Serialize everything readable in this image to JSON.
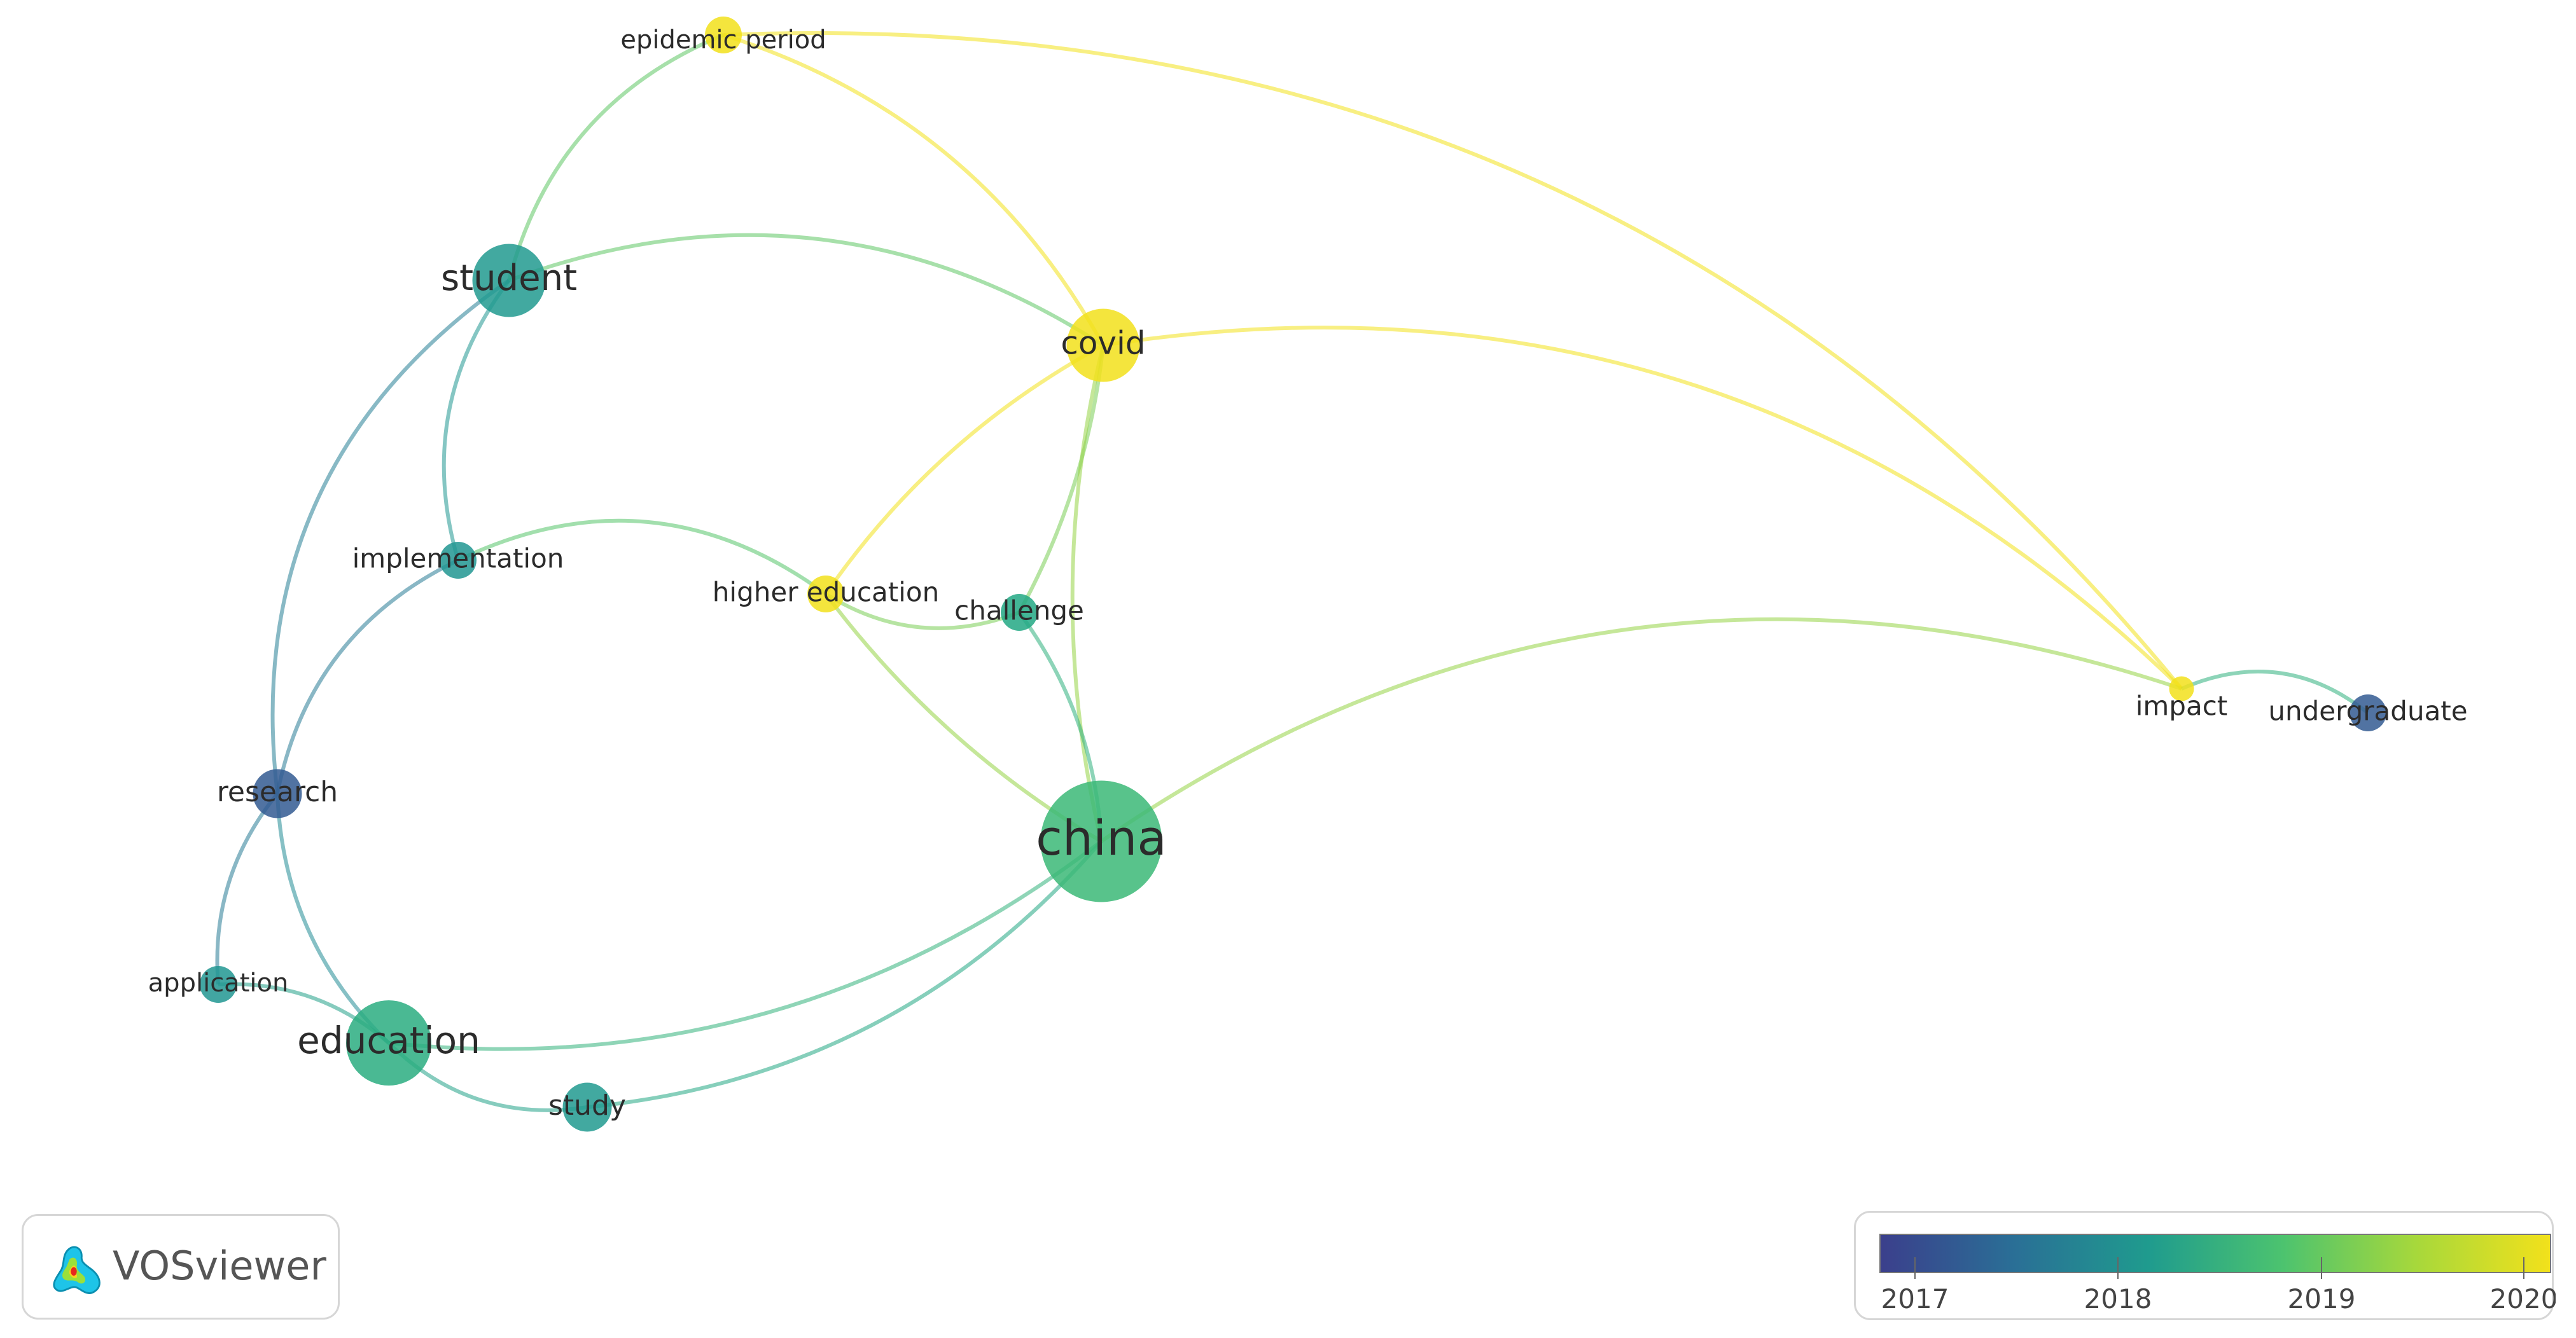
{
  "app": {
    "name": "VOSviewer"
  },
  "nodes": [
    {
      "id": "epidemic period",
      "label": "epidemic period",
      "year": 2020.0,
      "weight": 2
    },
    {
      "id": "student",
      "label": "student",
      "year": 2018.2,
      "weight": 5
    },
    {
      "id": "covid",
      "label": "covid",
      "year": 2020.0,
      "weight": 5
    },
    {
      "id": "implementation",
      "label": "implementation",
      "year": 2018.1,
      "weight": 2
    },
    {
      "id": "higher education",
      "label": "higher education",
      "year": 2020.0,
      "weight": 2
    },
    {
      "id": "challenge",
      "label": "challenge",
      "year": 2018.5,
      "weight": 2
    },
    {
      "id": "research",
      "label": "research",
      "year": 2017.3,
      "weight": 3
    },
    {
      "id": "china",
      "label": "china",
      "year": 2018.8,
      "weight": 9
    },
    {
      "id": "application",
      "label": "application",
      "year": 2018.1,
      "weight": 2
    },
    {
      "id": "education",
      "label": "education",
      "year": 2018.6,
      "weight": 6
    },
    {
      "id": "study",
      "label": "study",
      "year": 2018.2,
      "weight": 3
    },
    {
      "id": "impact",
      "label": "impact",
      "year": 2020.0,
      "weight": 1
    },
    {
      "id": "undergraduate",
      "label": "undergraduate",
      "year": 2017.3,
      "weight": 2
    }
  ],
  "links": [
    [
      "student",
      "epidemic period"
    ],
    [
      "student",
      "covid"
    ],
    [
      "student",
      "implementation"
    ],
    [
      "student",
      "research"
    ],
    [
      "epidemic period",
      "covid"
    ],
    [
      "epidemic period",
      "impact"
    ],
    [
      "covid",
      "higher education"
    ],
    [
      "covid",
      "challenge"
    ],
    [
      "covid",
      "china"
    ],
    [
      "covid",
      "impact"
    ],
    [
      "implementation",
      "higher education"
    ],
    [
      "implementation",
      "research"
    ],
    [
      "higher education",
      "challenge"
    ],
    [
      "higher education",
      "china"
    ],
    [
      "challenge",
      "china"
    ],
    [
      "china",
      "impact"
    ],
    [
      "china",
      "education"
    ],
    [
      "china",
      "study"
    ],
    [
      "research",
      "education"
    ],
    [
      "research",
      "application"
    ],
    [
      "application",
      "education"
    ],
    [
      "education",
      "study"
    ],
    [
      "impact",
      "undergraduate"
    ]
  ],
  "legend": {
    "ticks": [
      2017,
      2018,
      2019,
      2020
    ],
    "colors": [
      "#3b3f8c",
      "#2a6f96",
      "#1f9b8e",
      "#4cc36f",
      "#a7d83b",
      "#f2e11b"
    ]
  }
}
